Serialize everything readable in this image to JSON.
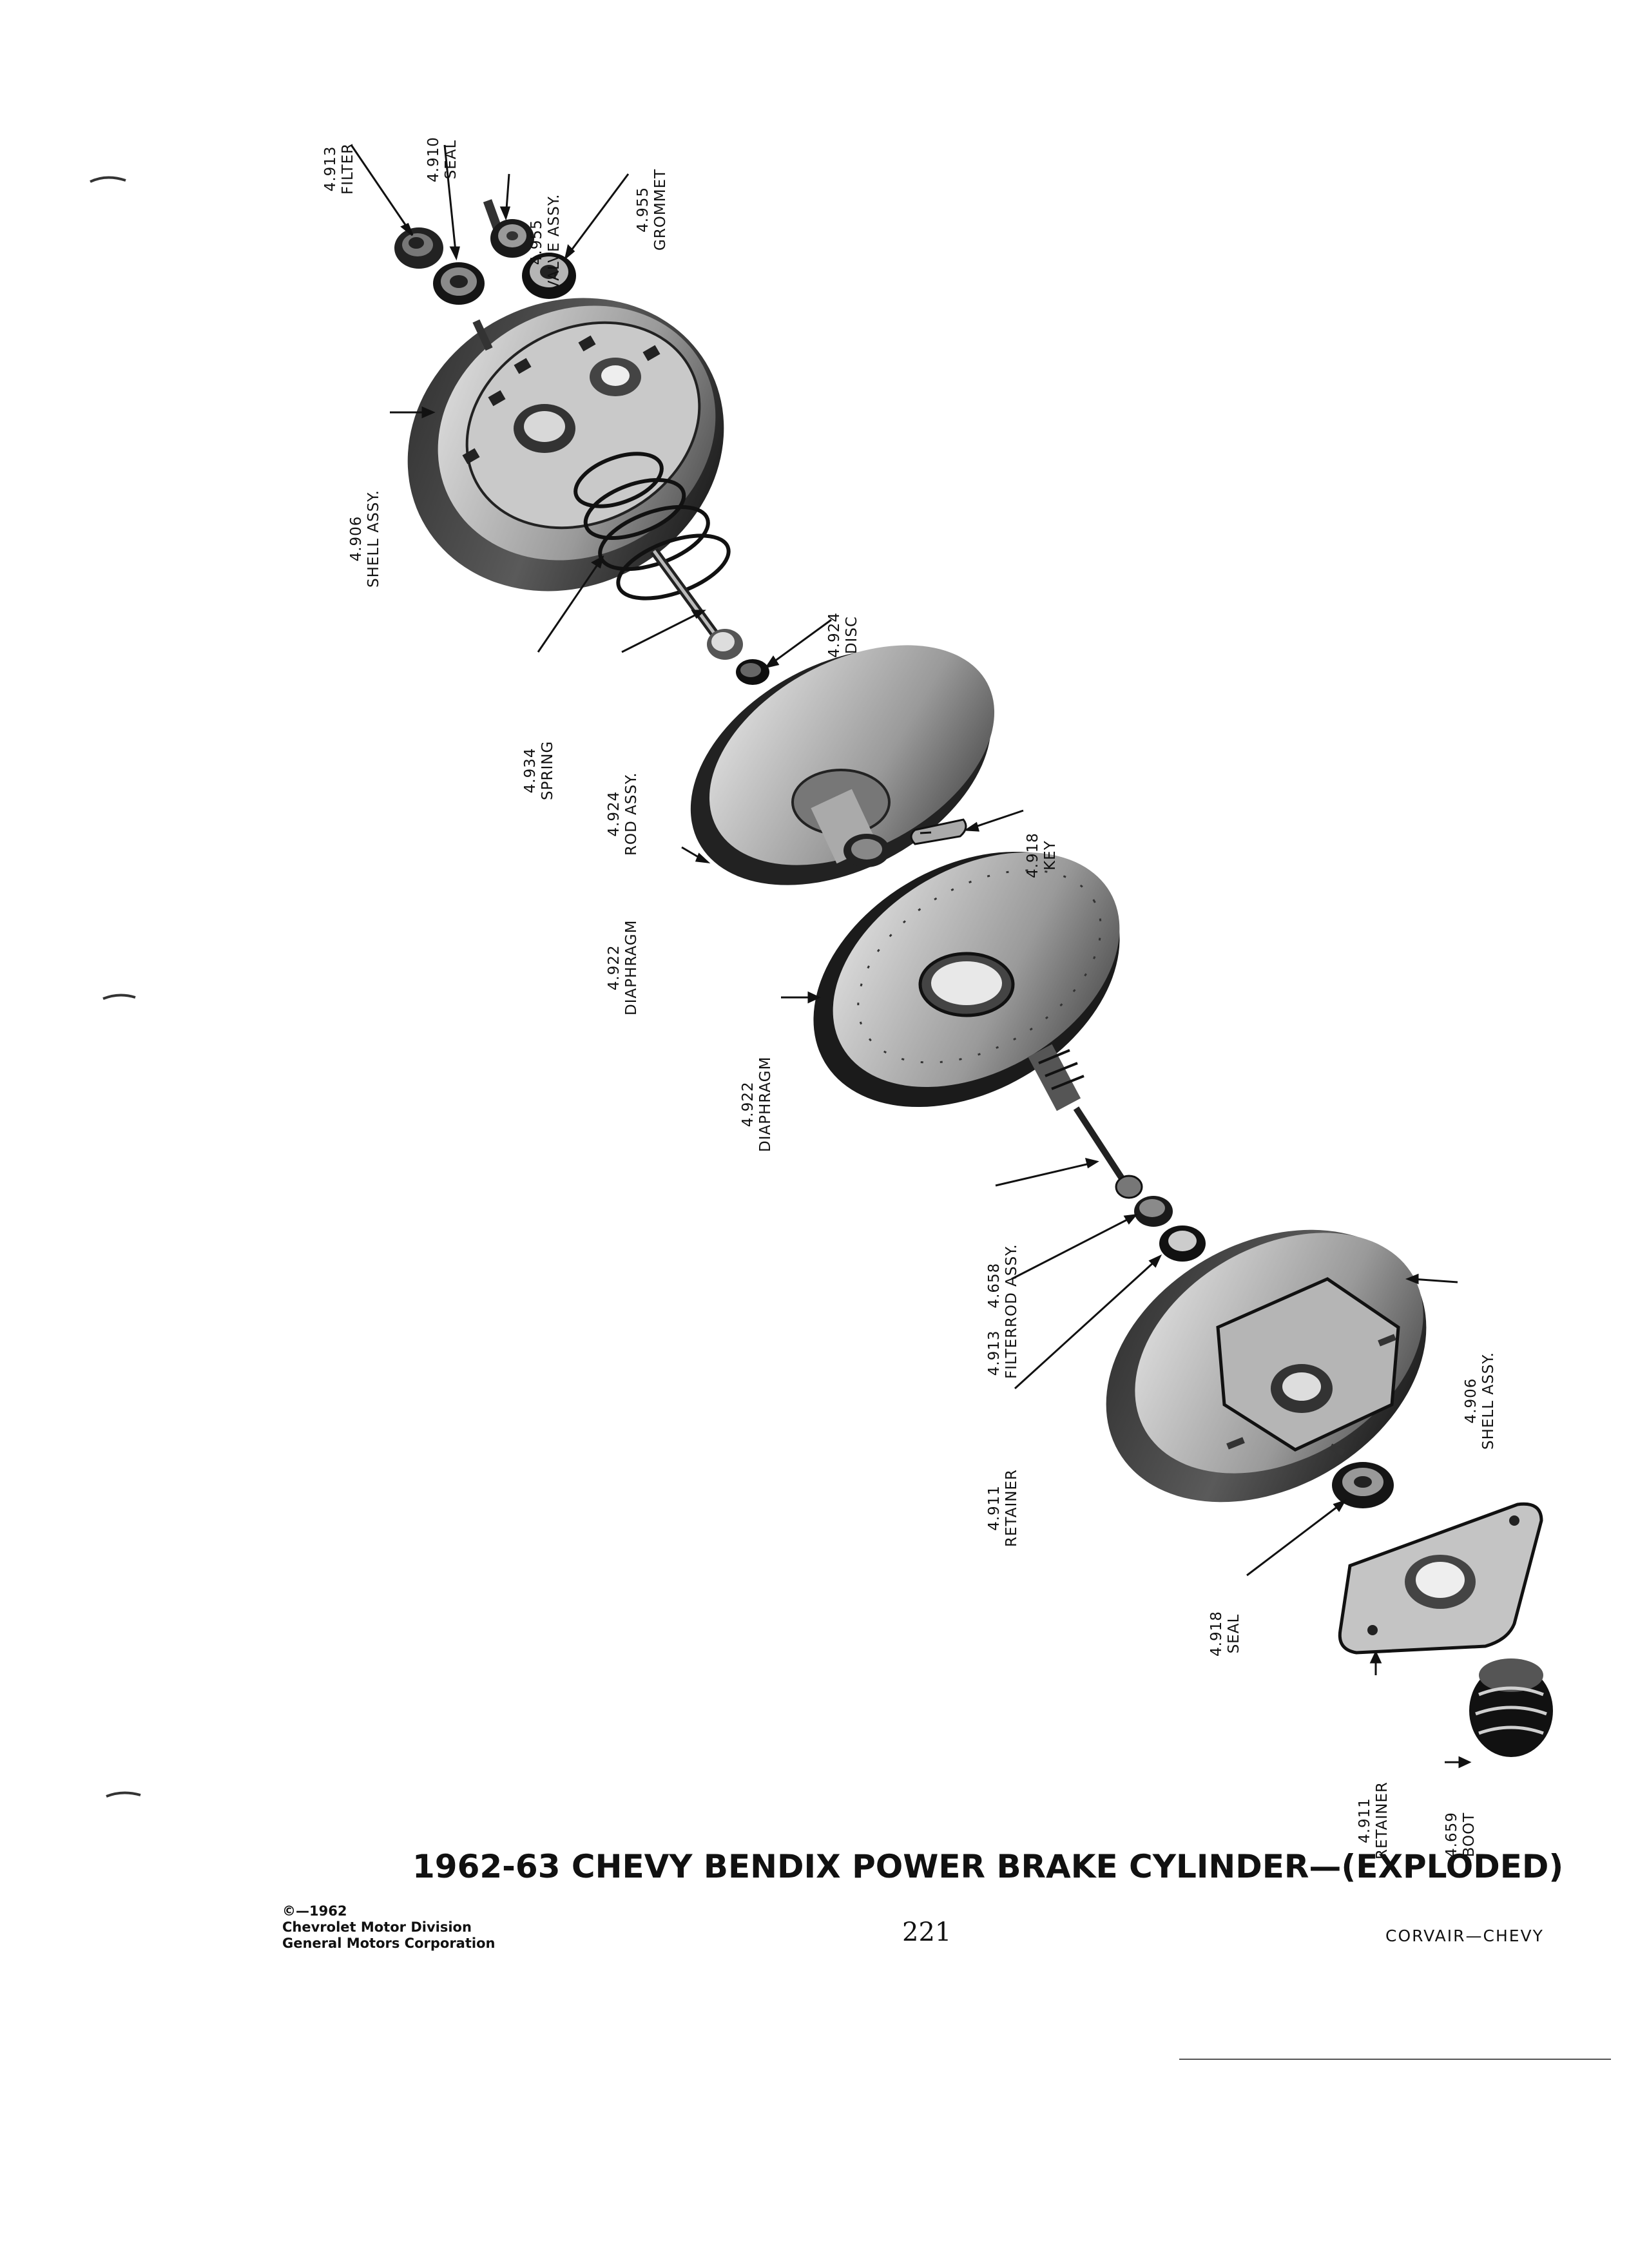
{
  "labels": {
    "filter_top": {
      "num": "4.913",
      "name": "FILTER"
    },
    "seal_top": {
      "num": "4.910",
      "name": "SEAL"
    },
    "valve_assy": {
      "num": "4.955",
      "name": "VALVE ASSY."
    },
    "grommet": {
      "num": "4.955",
      "name": "GROMMET"
    },
    "shell_assy_top": {
      "num": "4.906",
      "name": "SHELL ASSY."
    },
    "disc": {
      "num": "4.924",
      "name": "DISC"
    },
    "spring": {
      "num": "4.934",
      "name": "SPRING"
    },
    "rod_assy_top": {
      "num": "4.924",
      "name": "ROD ASSY."
    },
    "key": {
      "num": "4.918",
      "name": "KEY"
    },
    "diaphragm_upper": {
      "num": "4.922",
      "name": "DIAPHRAGM"
    },
    "diaphragm_lower": {
      "num": "4.922",
      "name": "DIAPHRAGM"
    },
    "rod_assy_lower": {
      "num": "4.658",
      "name": "ROD ASSY."
    },
    "filter_lower": {
      "num": "4.913",
      "name": "FILTER"
    },
    "retainer_left": {
      "num": "4.911",
      "name": "RETAINER"
    },
    "shell_assy_lower": {
      "num": "4.906",
      "name": "SHELL ASSY."
    },
    "seal_lower": {
      "num": "4.918",
      "name": "SEAL"
    },
    "retainer_right": {
      "num": "4.911",
      "name": "RETAINER"
    },
    "boot": {
      "num": "4.659",
      "name": "BOOT"
    }
  },
  "title": "1962-63 CHEVY BENDIX POWER BRAKE CYLINDER—(EXPLODED)",
  "footer": {
    "copyright": [
      "©—1962",
      "Chevrolet Motor Division",
      "General Motors Corporation"
    ],
    "page_number": "221",
    "right_text": "CORVAIR—CHEVY"
  }
}
